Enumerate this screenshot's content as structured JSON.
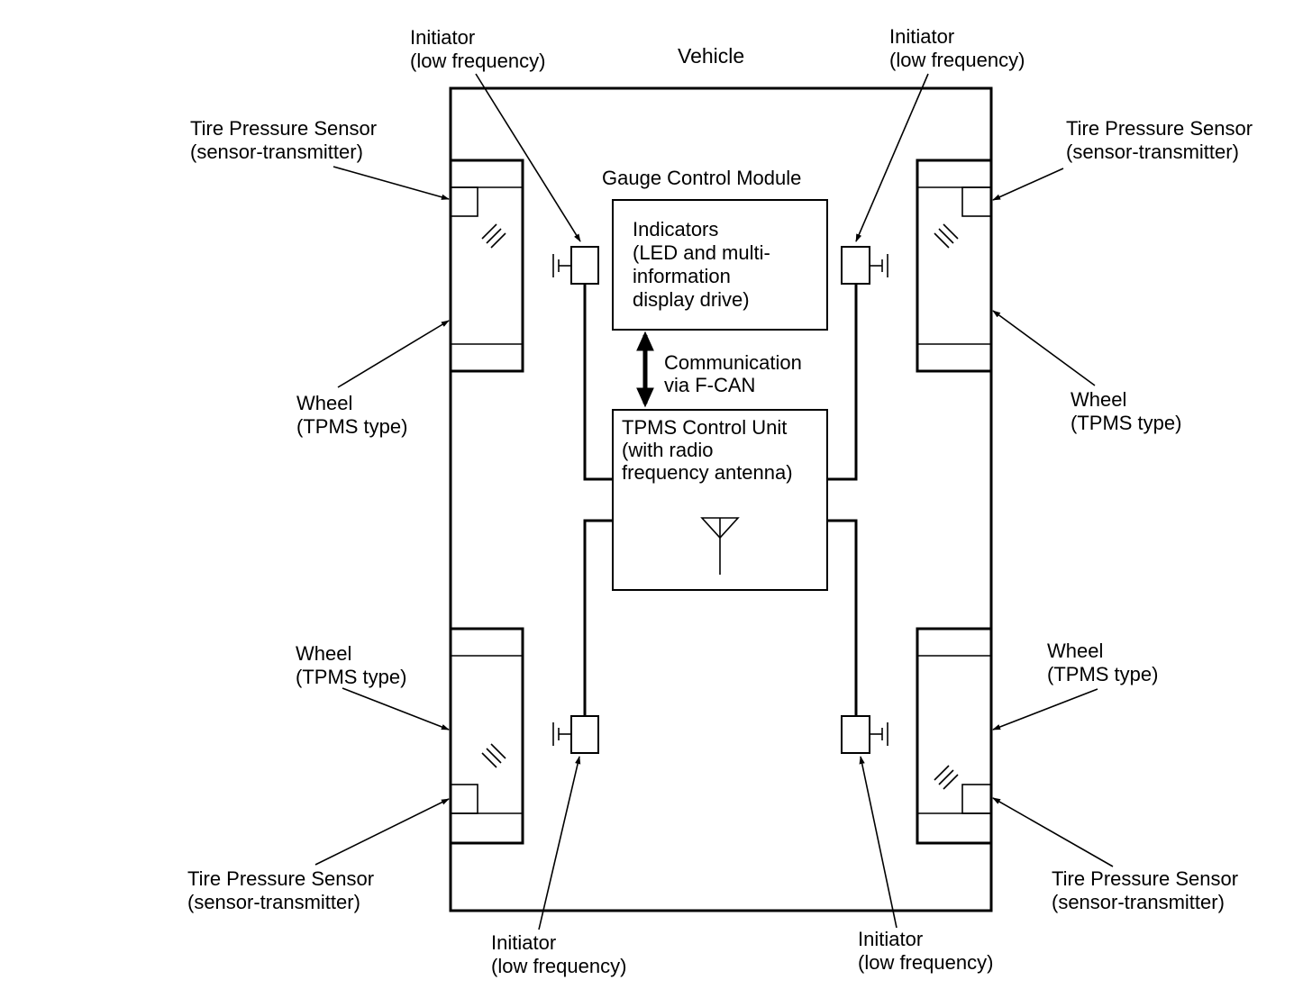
{
  "diagram": {
    "vehicle_label": "Vehicle",
    "gauge_module": {
      "title": "Gauge Control Module",
      "indicators_lines": [
        "Indicators",
        "(LED and multi-",
        "information",
        "display drive)"
      ]
    },
    "communication_lines": [
      "Communication",
      "via F-CAN"
    ],
    "tpms_unit_lines": [
      "TPMS Control Unit",
      "(with radio",
      "frequency antenna)"
    ],
    "initiator_lines": [
      "Initiator",
      "(low frequency)"
    ],
    "sensor_lines": [
      "Tire Pressure Sensor",
      "(sensor-transmitter)"
    ],
    "wheel_lines": [
      "Wheel",
      "(TPMS type)"
    ]
  }
}
